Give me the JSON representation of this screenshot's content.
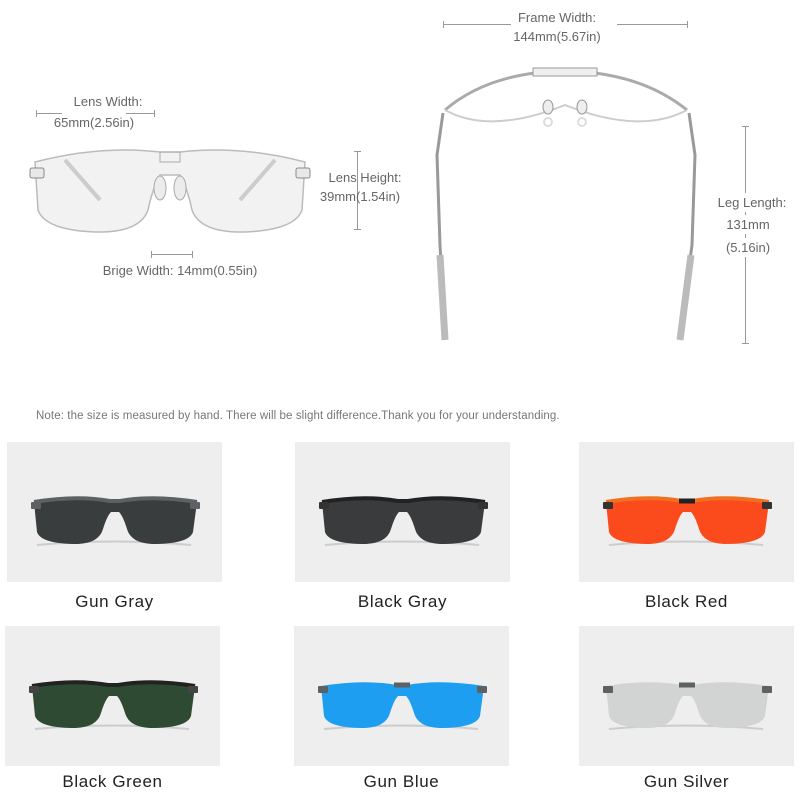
{
  "dimensions": {
    "lens_width": {
      "label": "Lens Width:",
      "value": "65mm(2.56in)"
    },
    "lens_height": {
      "label": "Lens Height:",
      "value": "39mm(1.54in)"
    },
    "bridge_width": {
      "label": "Brige Width: 14mm(0.55in)"
    },
    "frame_width": {
      "label": "Frame Width:",
      "value": "144mm(5.67in)"
    },
    "leg_length": {
      "label": "Leg Length:",
      "value_mm": "131mm",
      "value_in": "(5.16in)"
    }
  },
  "note": "Note: the size is measured by hand. There will be slight difference.Thank you for your understanding.",
  "variants": [
    {
      "name": "Gun Gray",
      "lens_color": "#3a3d3e",
      "frame_color": "#5e6163"
    },
    {
      "name": "Black Gray",
      "lens_color": "#393b3c",
      "frame_color": "#222222"
    },
    {
      "name": "Black Red",
      "lens_color": "#fb4a1c",
      "frame_color": "#2a2a2a"
    },
    {
      "name": "Black Green",
      "lens_color": "#2f4a33",
      "frame_color": "#222222"
    },
    {
      "name": "Gun Blue",
      "lens_color": "#1e9ef0",
      "frame_color": "#5e6163"
    },
    {
      "name": "Gun Silver",
      "lens_color": "#d2d3d3",
      "frame_color": "#5e6163"
    }
  ]
}
